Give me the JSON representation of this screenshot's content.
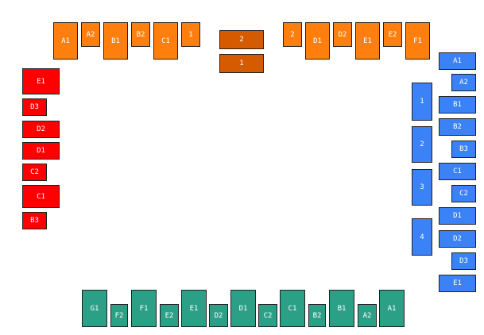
{
  "colors": {
    "orange": "#ff7f0e",
    "brown": "#d65a00",
    "blue": "#3b82f6",
    "red": "#ff0000",
    "green": "#2ca087"
  },
  "top_left_group": [
    "A1",
    "A2",
    "B1",
    "B2",
    "C1",
    "1"
  ],
  "top_center_group": [
    "2",
    "1"
  ],
  "top_right_group": [
    "2",
    "D1",
    "D2",
    "E1",
    "E2",
    "F1"
  ],
  "left_group": [
    "E1",
    "D3",
    "D2",
    "D1",
    "C2",
    "C1",
    "B3"
  ],
  "right_tall_group": [
    "1",
    "2",
    "3",
    "4"
  ],
  "right_group": [
    "A1",
    "A2",
    "B1",
    "B2",
    "B3",
    "C1",
    "C2",
    "D1",
    "D2",
    "D3",
    "E1"
  ],
  "bottom_group": [
    "G1",
    "F2",
    "F1",
    "E2",
    "E1",
    "D2",
    "D1",
    "C2",
    "C1",
    "B2",
    "B1",
    "A2",
    "A1"
  ]
}
